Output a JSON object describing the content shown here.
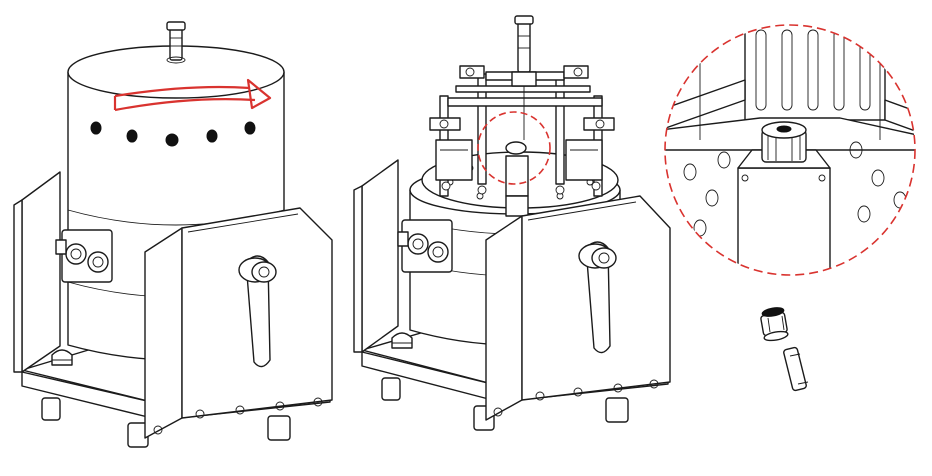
{
  "figure": {
    "panels": [
      {
        "id": "closed-unit",
        "label": ""
      },
      {
        "id": "open-unit",
        "label": ""
      },
      {
        "id": "detail-callout",
        "label": ""
      },
      {
        "id": "fuse-part",
        "label": ""
      }
    ],
    "colors": {
      "line": "#1b1b1b",
      "accent": "#d9332f",
      "background": "#ffffff"
    },
    "icons": [
      "rotation-arrow-icon",
      "callout-circle-icon",
      "fuse-icon"
    ]
  }
}
